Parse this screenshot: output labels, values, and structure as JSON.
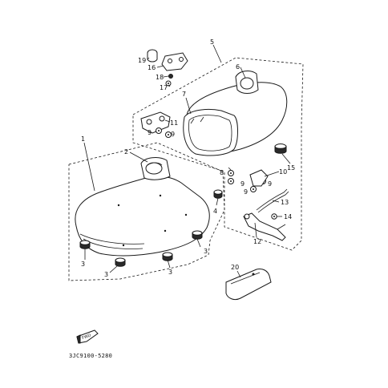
{
  "callouts": [
    "1",
    "2",
    "3",
    "3",
    "3",
    "3",
    "3",
    "4",
    "5",
    "6",
    "7",
    "8",
    "9",
    "9",
    "9",
    "9",
    "9",
    "10",
    "11",
    "12",
    "13",
    "14",
    "15",
    "16",
    "17",
    "18",
    "19",
    "20"
  ],
  "diagram_code": "3JC9100-5280",
  "fwd_label": "FWD"
}
